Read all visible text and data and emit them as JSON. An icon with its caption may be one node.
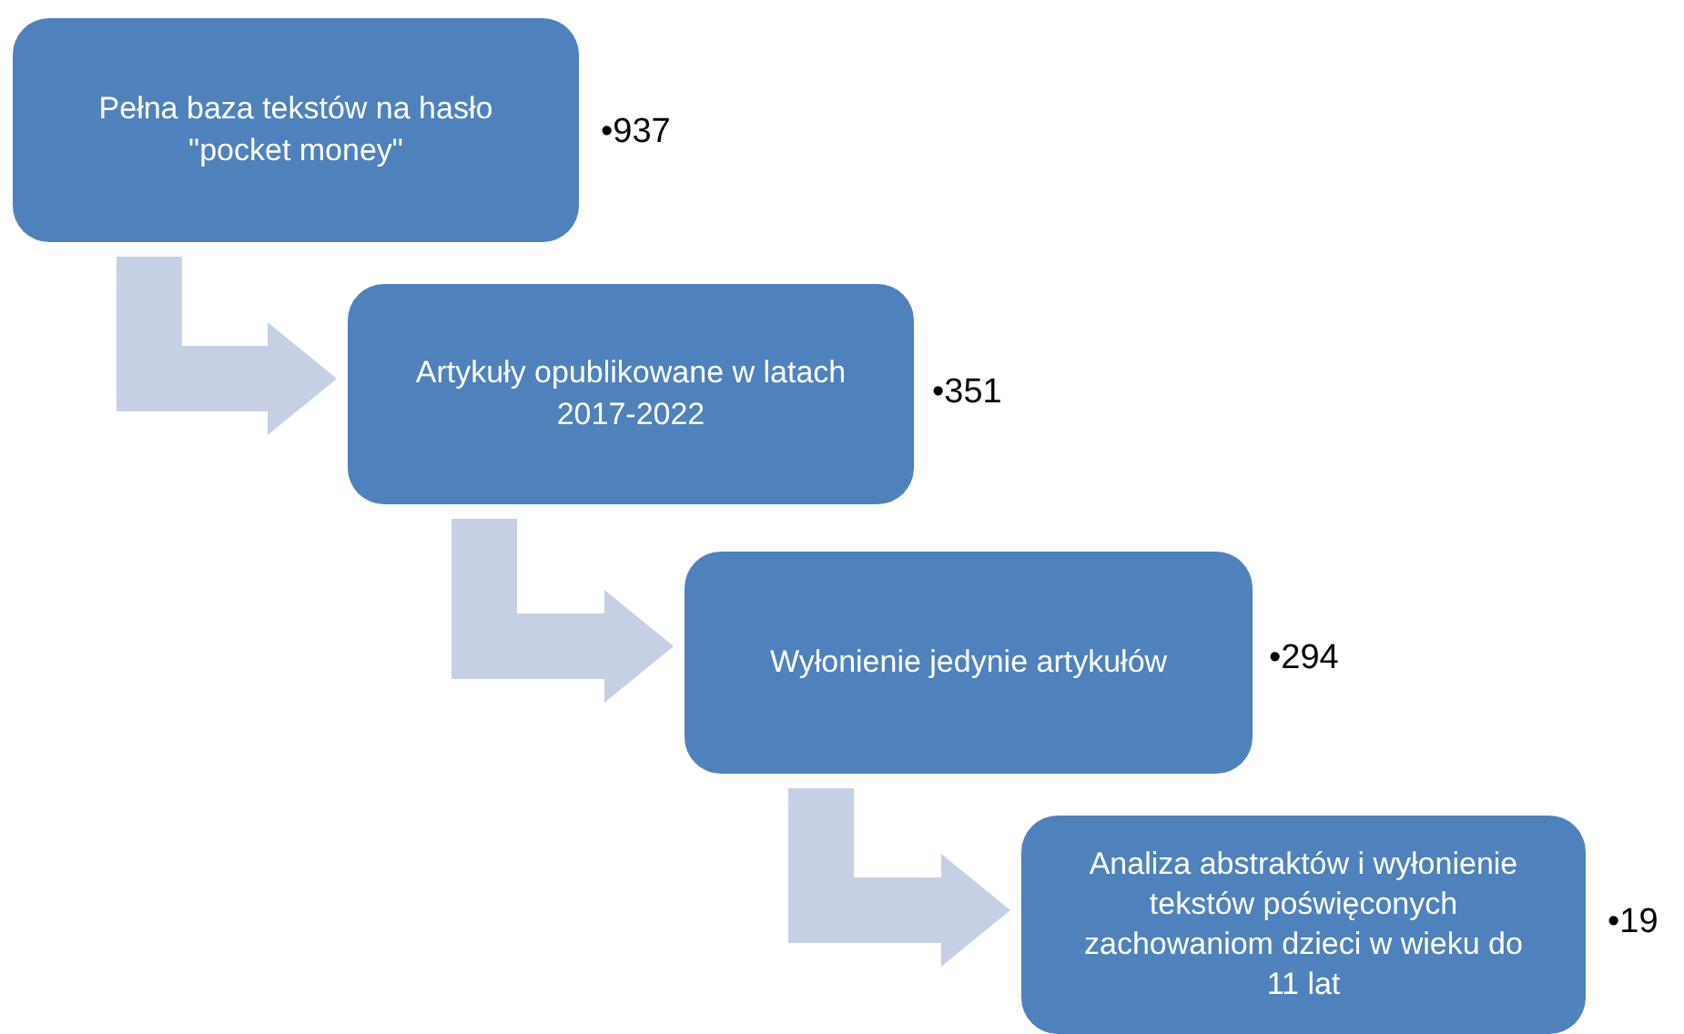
{
  "diagram": {
    "nodes": [
      {
        "text": [
          "Pełna baza tekstów na hasło \"pocket money\""
        ],
        "beside": [
          "•937"
        ]
      },
      {
        "text": [
          "Artykuły opublikowane w latach 2017-2022"
        ],
        "beside": [
          "•351"
        ]
      },
      {
        "text": [
          "Wyłonienie jedynie artykułów"
        ],
        "beside": [
          "•294"
        ]
      },
      {
        "text": [
          "Analiza abstraktów i wyłonienie tekstów poświęconych zachowaniom dzieci w wieku do 11 lat"
        ],
        "beside": [
          "•19"
        ]
      }
    ],
    "edges": [
      {
        "from": 0,
        "to": 1,
        "arrow": "to"
      },
      {
        "from": 1,
        "to": 2,
        "arrow": "to"
      },
      {
        "from": 2,
        "to": 3,
        "arrow": "to"
      }
    ]
  }
}
